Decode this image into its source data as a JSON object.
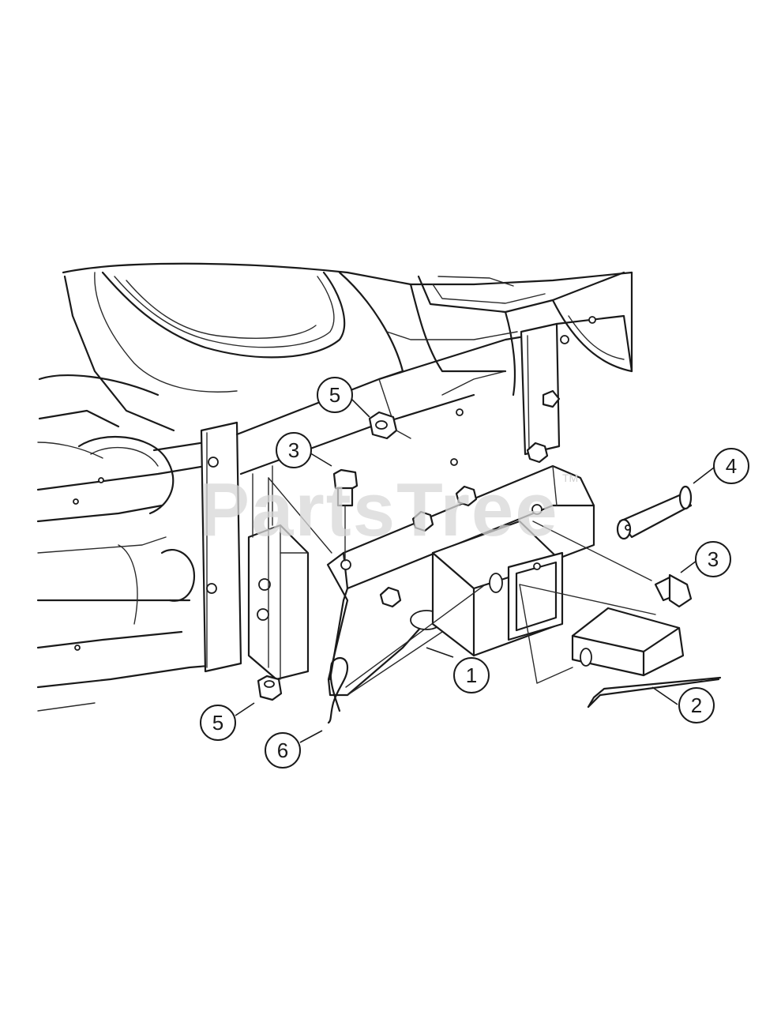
{
  "watermark": {
    "text": "PartsTree",
    "trademark": "TM"
  },
  "callouts": [
    {
      "id": "c1",
      "label": "1"
    },
    {
      "id": "c2",
      "label": "2"
    },
    {
      "id": "c3a",
      "label": "3"
    },
    {
      "id": "c3b",
      "label": "3"
    },
    {
      "id": "c4",
      "label": "4"
    },
    {
      "id": "c5a",
      "label": "5"
    },
    {
      "id": "c5b",
      "label": "5"
    },
    {
      "id": "c6",
      "label": "6"
    }
  ]
}
